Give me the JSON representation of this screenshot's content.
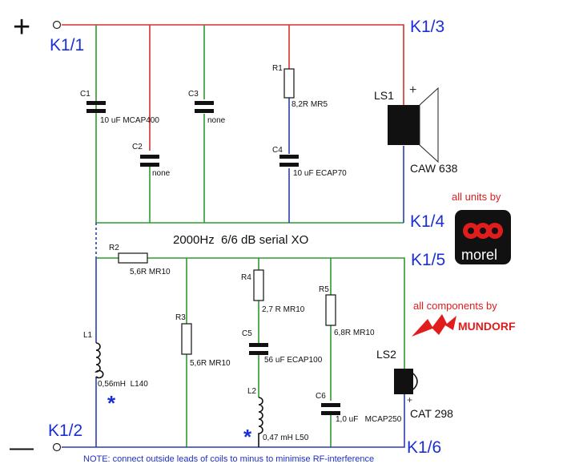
{
  "colors": {
    "red_wire": "#d93030",
    "green_wire": "#2e9a2e",
    "blue_wire": "#2b3db0",
    "terminal_blue": "#1a2fd6",
    "note_blue": "#2030c0",
    "brand_red": "#e11c1c",
    "component_black": "#111111"
  },
  "terminals": {
    "k1_1": "K1/1",
    "k1_2": "K1/2",
    "k1_3": "K1/3",
    "k1_4": "K1/4",
    "k1_5": "K1/5",
    "k1_6": "K1/6"
  },
  "polarity": {
    "plus": "+",
    "minus": "—"
  },
  "title": "2000Hz  6/6 dB serial XO",
  "components": {
    "c1": {
      "ref": "C1",
      "value": "10 uF  MCAP400"
    },
    "c2": {
      "ref": "C2",
      "value": "none"
    },
    "c3": {
      "ref": "C3",
      "value": "none"
    },
    "r1": {
      "ref": "R1",
      "value": "8,2R MR5"
    },
    "c4": {
      "ref": "C4",
      "value": "10 uF ECAP70"
    },
    "ls1": {
      "ref": "LS1",
      "value": "CAW 638"
    },
    "r2": {
      "ref": "R2",
      "value": "5,6R MR10"
    },
    "r3": {
      "ref": "R3",
      "value": "5,6R MR10"
    },
    "r4": {
      "ref": "R4",
      "value": "2,7 R MR10"
    },
    "c5": {
      "ref": "C5",
      "value": "56 uF ECAP100"
    },
    "l2": {
      "ref": "L2",
      "value": "0,47 mH L50"
    },
    "r5": {
      "ref": "R5",
      "value": "6,8R MR10"
    },
    "c6": {
      "ref": "C6",
      "value": "1,0 uF   MCAP250"
    },
    "l1": {
      "ref": "L1",
      "value": "0,56mH  L140"
    },
    "ls2": {
      "ref": "LS2",
      "value": "CAT 298"
    }
  },
  "speaker_polarity": {
    "ls1_plus": "+",
    "ls2_plus": "+"
  },
  "asterisk": "*",
  "branding": {
    "units_caption": "all units by",
    "morel_logo": "morel",
    "components_caption": "all components by",
    "mundorf_logo": "MUNDORF"
  },
  "note": "NOTE: connect outside leads of coils to minus to minimise RF-interference"
}
